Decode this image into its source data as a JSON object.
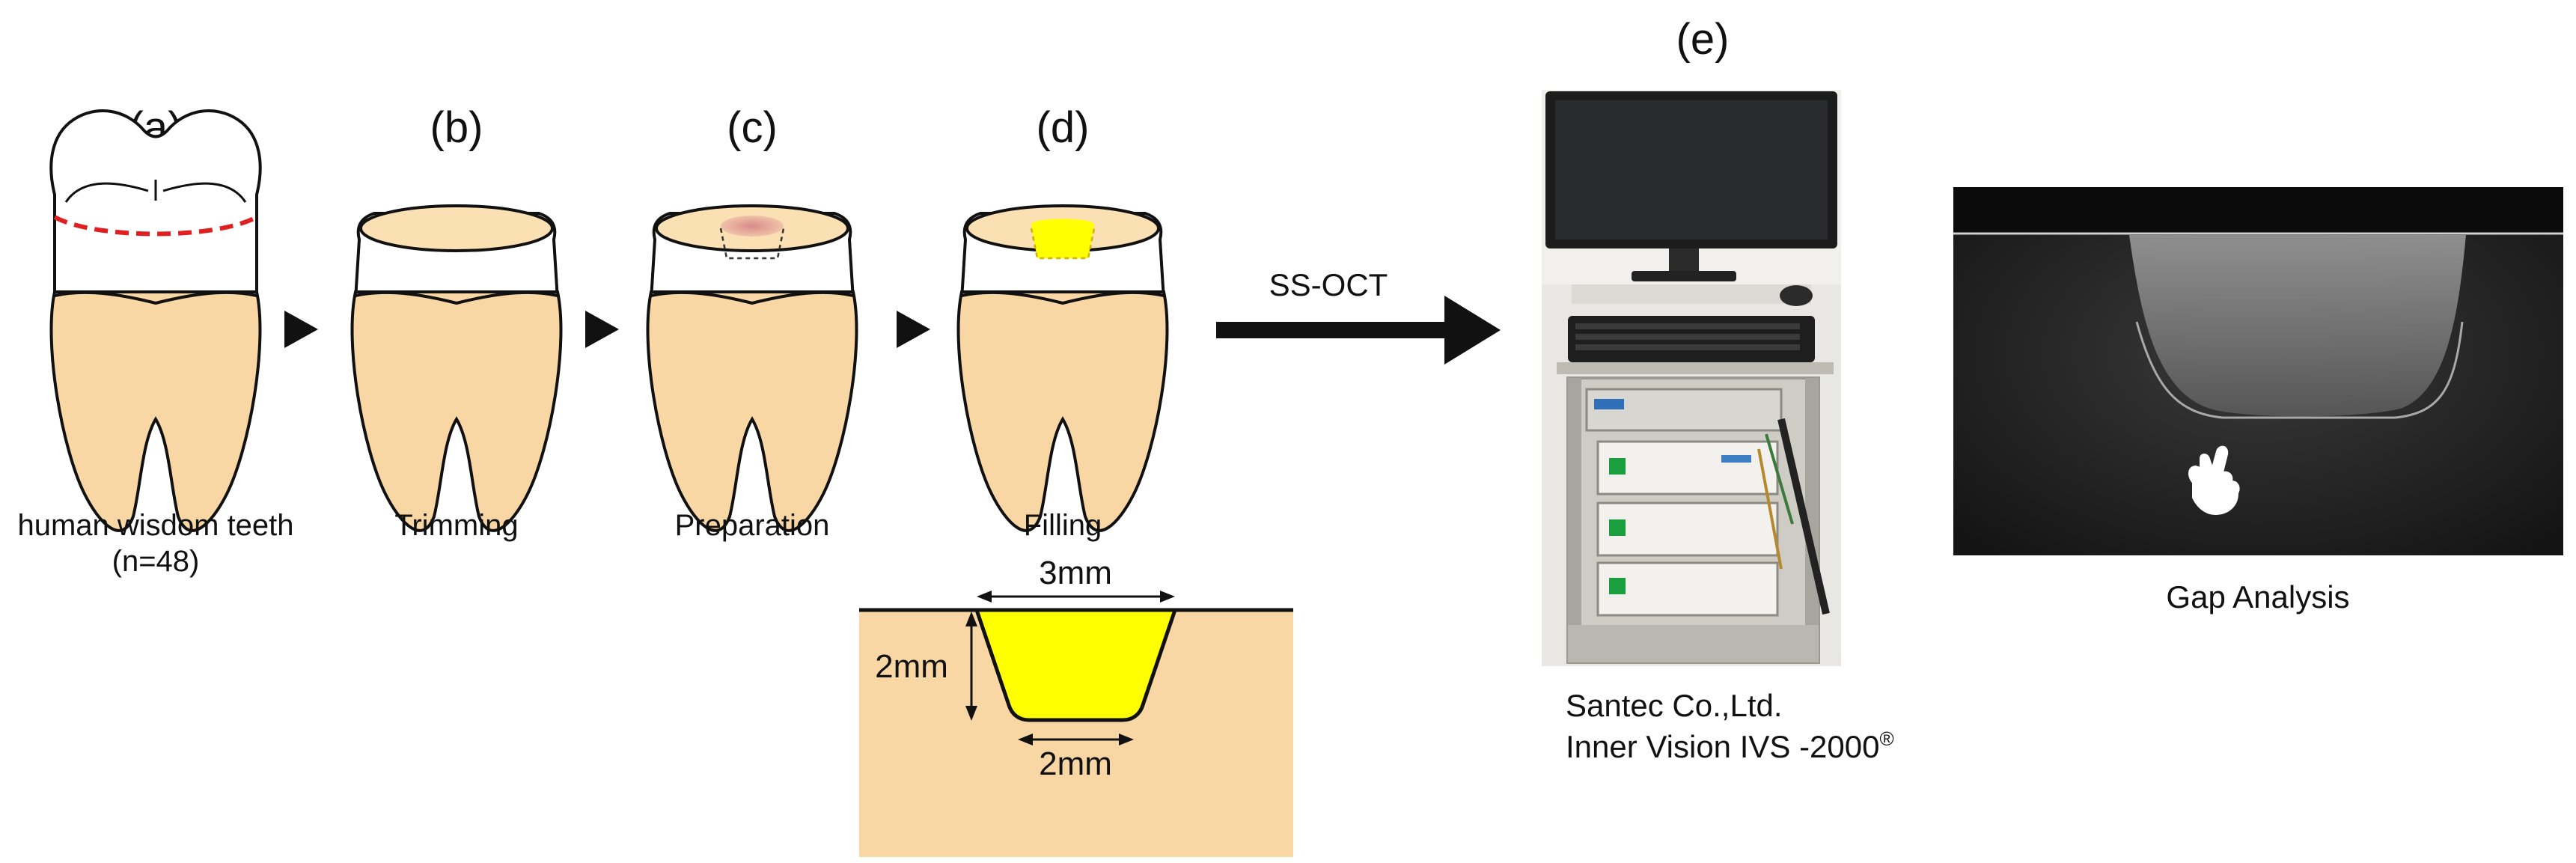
{
  "panels": {
    "a": {
      "letter": "(a)",
      "caption": "human wisdom teeth",
      "sub": "(n=48)"
    },
    "b": {
      "letter": "(b)",
      "caption": "Trimming"
    },
    "c": {
      "letter": "(c)",
      "caption": "Preparation"
    },
    "d": {
      "letter": "(d)",
      "caption": "Filling"
    },
    "e": {
      "letter": "(e)",
      "caption_line1": "Santec Co.,Ltd.",
      "caption_line2": "Inner Vision  IVS -2000",
      "reg": "®"
    }
  },
  "arrow_label": "SS-OCT",
  "cavity": {
    "top_width": "3mm",
    "depth": "2mm",
    "bottom_width": "2mm"
  },
  "oct": {
    "caption": "Gap Analysis"
  },
  "colors": {
    "tooth": "#f8d7a4",
    "enamel_cut": "#fbe0b3",
    "filling": "#ffff00",
    "dashed_line": "#e02020",
    "oct_bg": "#1a1a1a"
  },
  "icons": [
    "pointing-hand-icon",
    "triangle-arrow-icon"
  ]
}
